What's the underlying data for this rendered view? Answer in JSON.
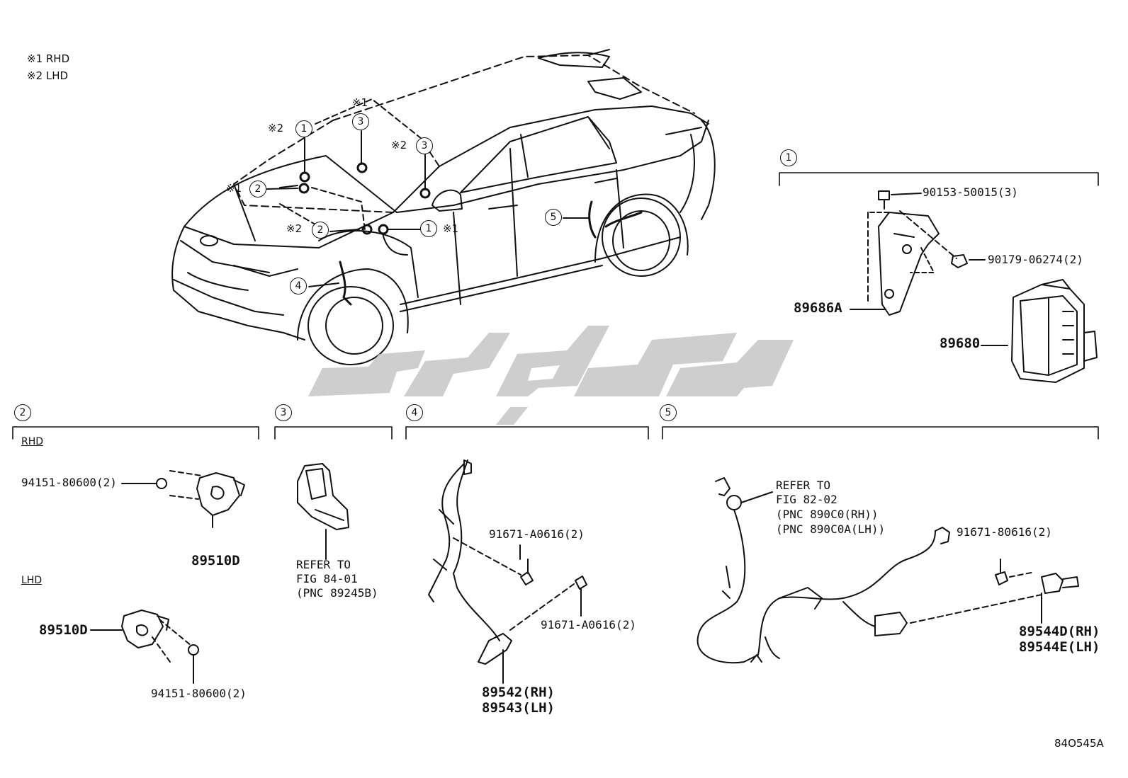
{
  "legend": [
    "※1 RHD",
    "※2 LHD"
  ],
  "figure_code": "84O545A",
  "marks": {
    "m1": "※1",
    "m2": "※2"
  },
  "callouts": {
    "c1": "1",
    "c2": "2",
    "c3": "3",
    "c4": "4",
    "c5": "5"
  },
  "sections": {
    "s1": {
      "num": "1"
    },
    "s2": {
      "num": "2",
      "rhd": "RHD",
      "lhd": "LHD"
    },
    "s3": {
      "num": "3"
    },
    "s4": {
      "num": "4"
    },
    "s5": {
      "num": "5"
    }
  },
  "parts": {
    "p90153": "90153-50015(3)",
    "p90179": "90179-06274(2)",
    "p89686A": "89686A",
    "p89680": "89680",
    "p94151a": "94151-80600(2)",
    "p89510Da": "89510D",
    "p89510Db": "89510D",
    "p94151b": "94151-80600(2)",
    "refer3": [
      "REFER TO",
      "FIG 84-01",
      "(PNC 89245B)"
    ],
    "p91671a": "91671-A0616(2)",
    "p91671b": "91671-A0616(2)",
    "p89542": "89542(RH)",
    "p89543": "89543(LH)",
    "refer5": [
      "REFER TO",
      "FIG 82-02",
      "(PNC 890C0(RH))",
      "(PNC 890C0A(LH))"
    ],
    "p91671c": "91671-80616(2)",
    "p89544D": "89544D(RH)",
    "p89544E": "89544E(LH)"
  },
  "watermark_color": "#c8c8c8"
}
